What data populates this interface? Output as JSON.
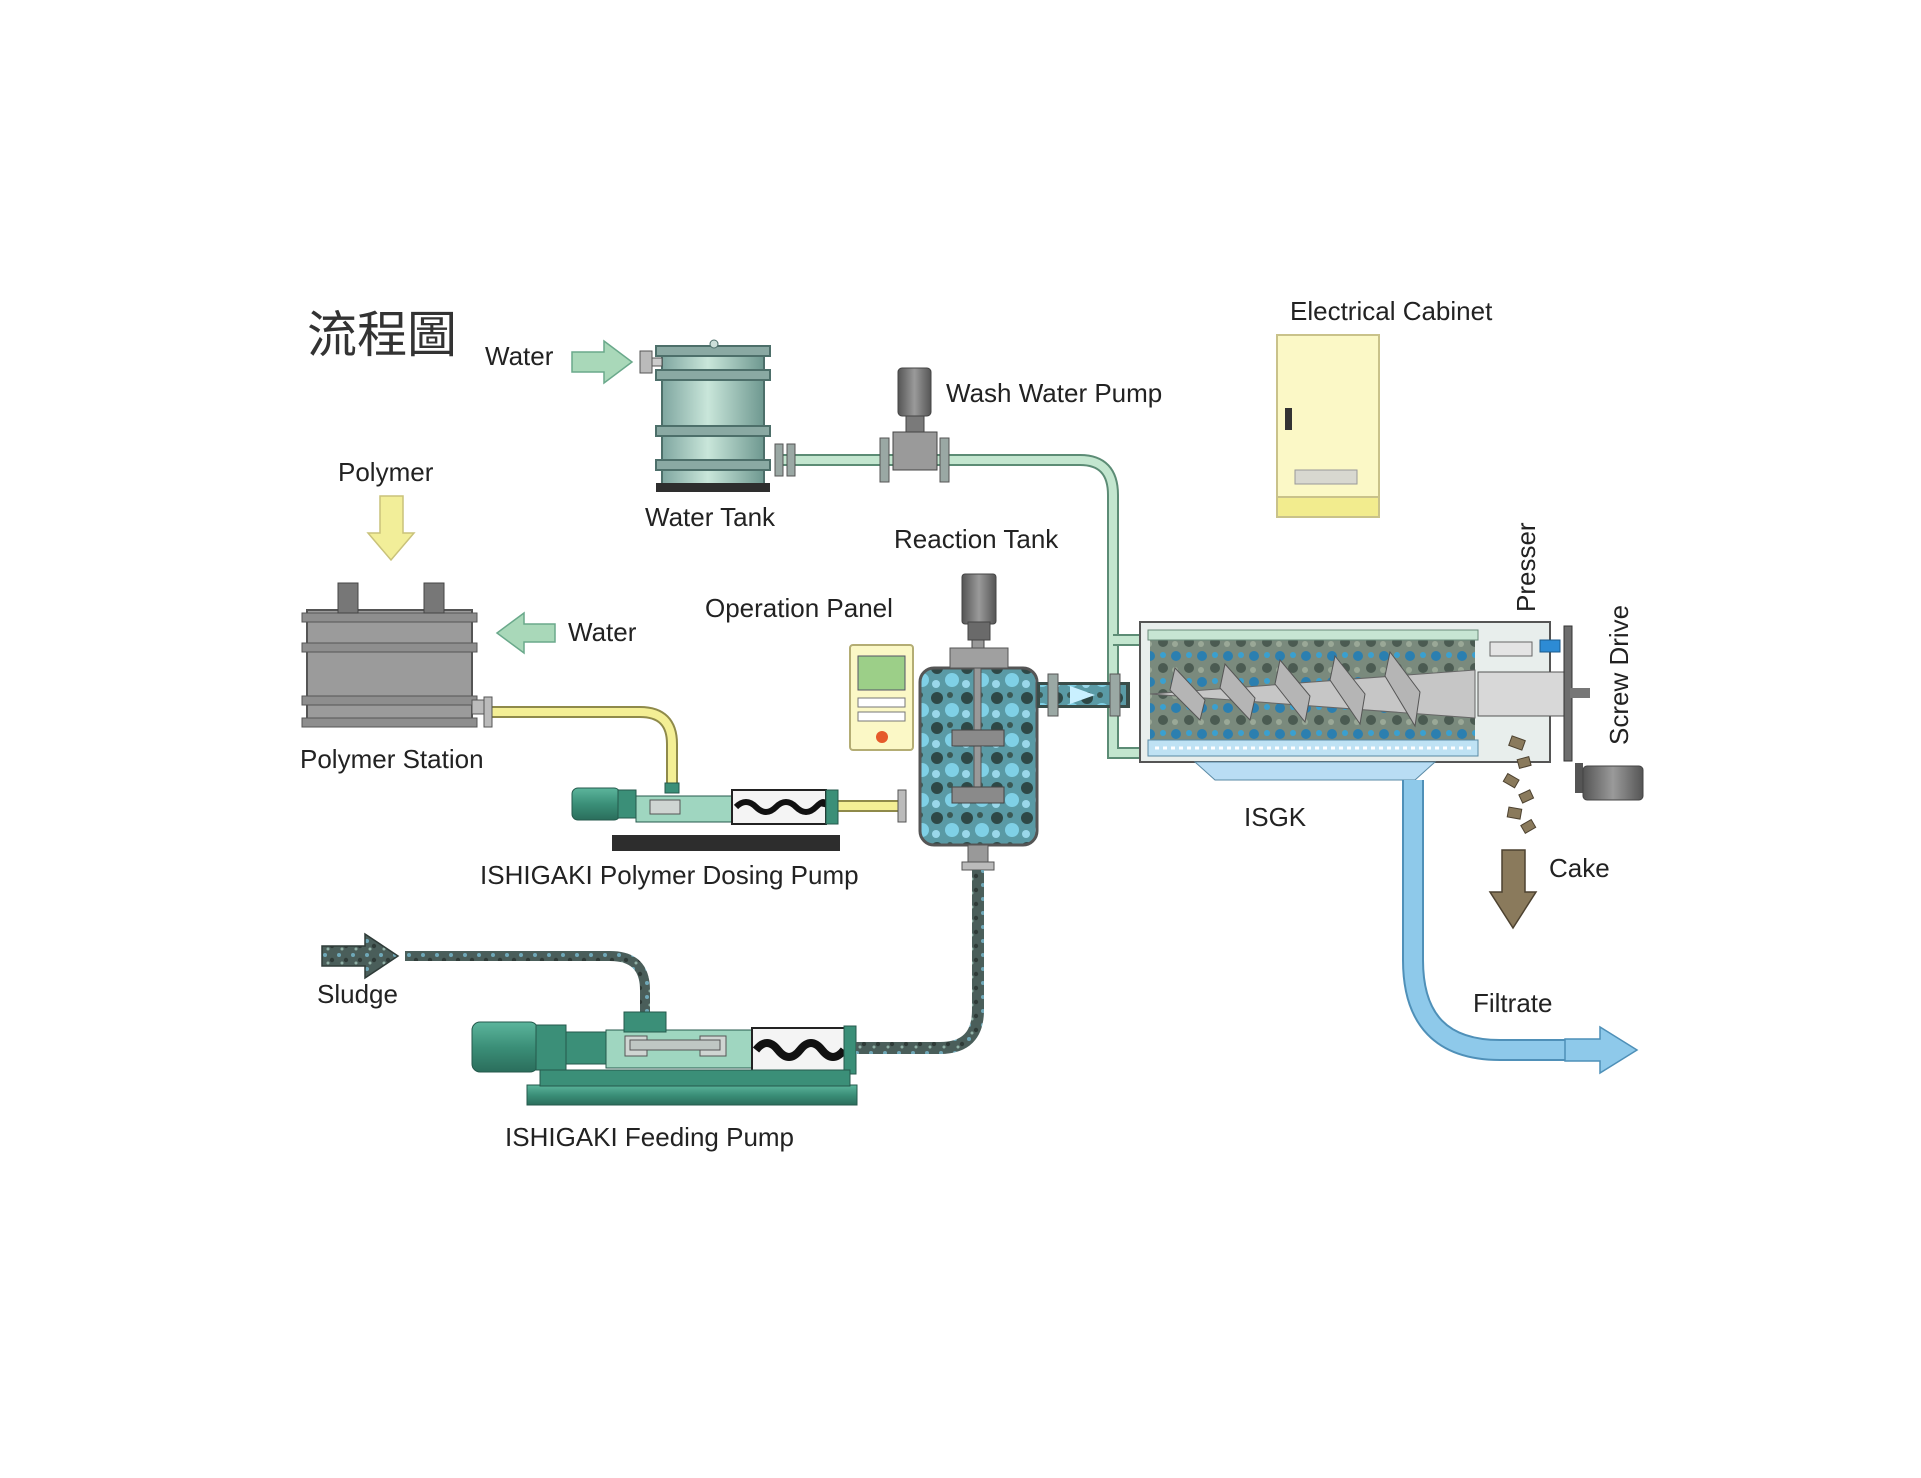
{
  "title": "流程圖",
  "labels": {
    "water_top": "Water",
    "water_tank": "Water Tank",
    "wash_water_pump": "Wash Water Pump",
    "electrical_cabinet": "Electrical Cabinet",
    "polymer": "Polymer",
    "water_mid": "Water",
    "polymer_station": "Polymer Station",
    "reaction_tank": "Reaction Tank",
    "operation_panel": "Operation Panel",
    "presser": "Presser",
    "screw_drive": "Screw Drive",
    "isgk": "ISGK",
    "polymer_dosing_pump": "ISHIGAKI Polymer Dosing Pump",
    "cake": "Cake",
    "sludge": "Sludge",
    "filtrate": "Filtrate",
    "feeding_pump": "ISHIGAKI Feeding Pump"
  },
  "colors": {
    "water_arrow": "#a9d8b9",
    "polymer_arrow": "#f2ee99",
    "polymer_line": "#f4ef95",
    "wash_line": "#c3e6cf",
    "sludge_line": "#4d6660",
    "filtrate": "#8ec9ea",
    "cake_arrow": "#8a7a5c",
    "cabinet": "#fbf8c6",
    "pump_teal": "#3e9a82",
    "motor_gray": "#6c6c6c"
  }
}
